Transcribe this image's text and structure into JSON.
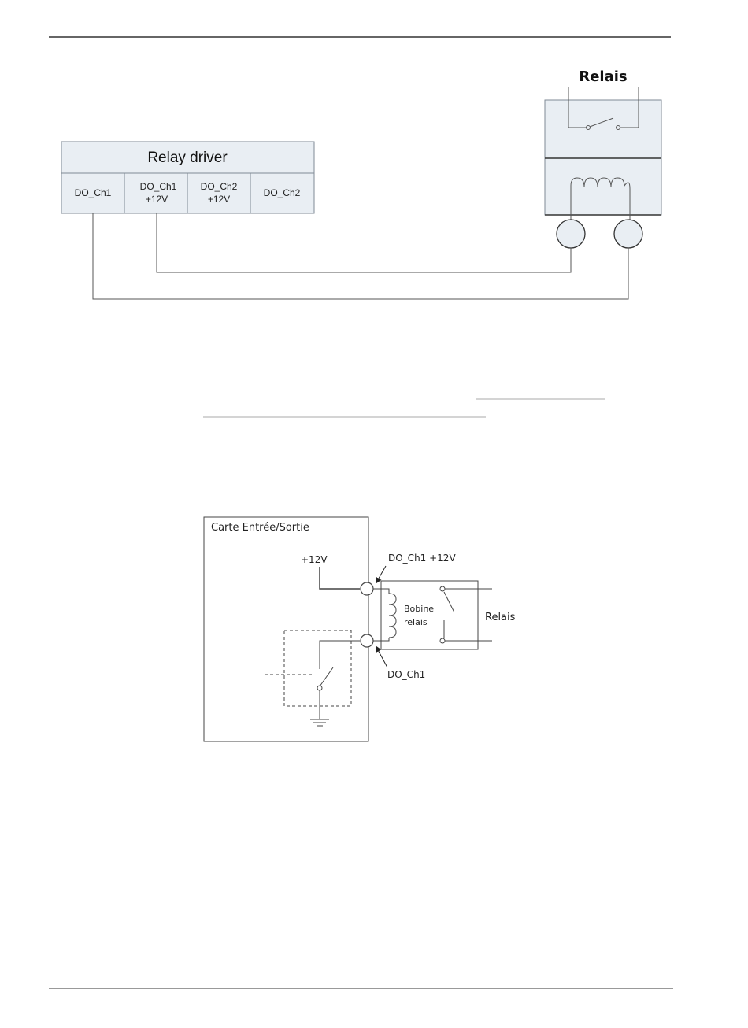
{
  "diagram1": {
    "relay_driver": {
      "title": "Relay driver",
      "terminals": [
        {
          "line1": "DO_Ch1",
          "line2": ""
        },
        {
          "line1": "DO_Ch1",
          "line2": "+12V"
        },
        {
          "line1": "DO_Ch2",
          "line2": "+12V"
        },
        {
          "line1": "DO_Ch2",
          "line2": ""
        }
      ]
    },
    "relay": {
      "title": "Relais"
    }
  },
  "diagram2": {
    "board_label": "Carte Entrée/Sortie",
    "supply_label": "+12V",
    "terminal_top_label": "DO_Ch1 +12V",
    "terminal_bottom_label": "DO_Ch1",
    "coil_label_line1": "Bobine",
    "coil_label_line2": "relais",
    "relay_label": "Relais"
  },
  "colors": {
    "line": "#555555",
    "box_fill": "#e9eef3",
    "box_border": "#7f8a94",
    "dark_rule": "#333333"
  }
}
